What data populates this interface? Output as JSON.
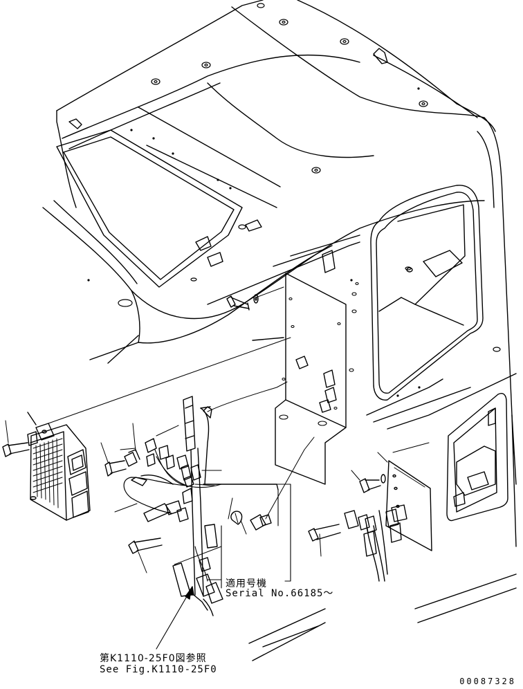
{
  "annotations": {
    "applicable_jp": "適用号機",
    "serial": "Serial No.66185～",
    "ref_jp": "第K1110-25F0図参照",
    "ref_en": "See Fig.K1110-25F0"
  },
  "drawing_number": "00087328"
}
